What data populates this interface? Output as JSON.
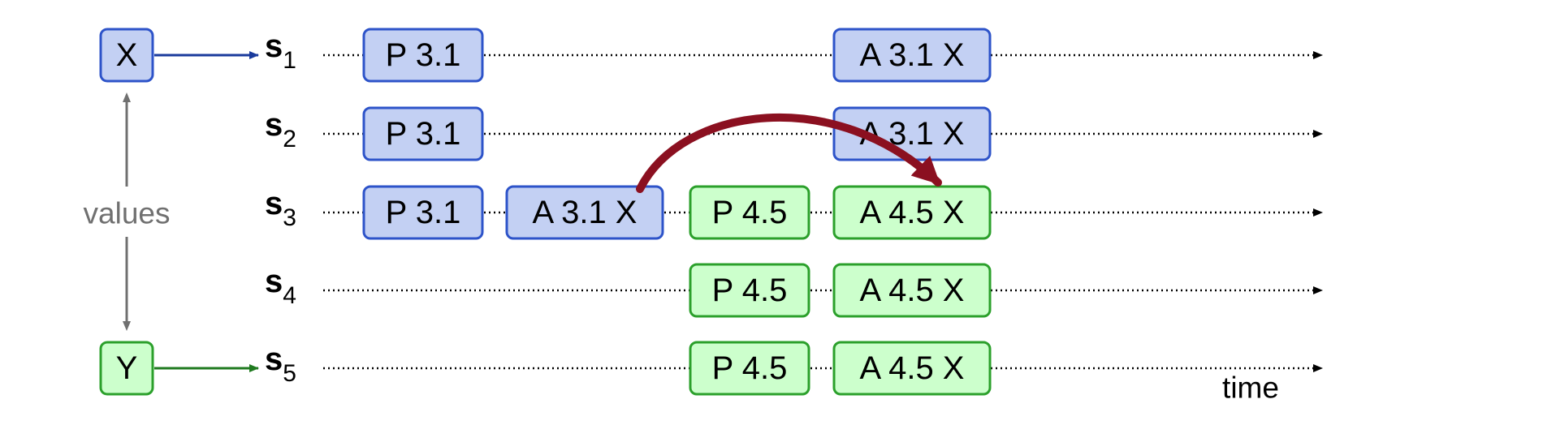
{
  "colors": {
    "blue_fill": "#c3d0f3",
    "blue_stroke": "#2d53c9",
    "green_fill": "#ccffcc",
    "green_stroke": "#2ba02b",
    "blue_arrow": "#1a3a9c",
    "green_arrow": "#1f7a1f",
    "gray": "#707070",
    "curve": "#8b1020",
    "text": "#000000"
  },
  "values_label": "values",
  "time_label": "time",
  "value_boxes": [
    {
      "id": "x",
      "text": "X",
      "color": "blue"
    },
    {
      "id": "y",
      "text": "Y",
      "color": "green"
    }
  ],
  "servers": [
    {
      "main": "s",
      "sub": "1"
    },
    {
      "main": "s",
      "sub": "2"
    },
    {
      "main": "s",
      "sub": "3"
    },
    {
      "main": "s",
      "sub": "4"
    },
    {
      "main": "s",
      "sub": "5"
    }
  ],
  "messages": [
    {
      "server": 0,
      "slot": 0,
      "text": "P 3.1",
      "color": "blue"
    },
    {
      "server": 0,
      "slot": 3,
      "text": "A 3.1 X",
      "color": "blue"
    },
    {
      "server": 1,
      "slot": 0,
      "text": "P 3.1",
      "color": "blue"
    },
    {
      "server": 1,
      "slot": 3,
      "text": "A 3.1 X",
      "color": "blue"
    },
    {
      "server": 2,
      "slot": 0,
      "text": "P 3.1",
      "color": "blue"
    },
    {
      "server": 2,
      "slot": 1,
      "text": "A 3.1 X",
      "color": "blue"
    },
    {
      "server": 2,
      "slot": 2,
      "text": "P 4.5",
      "color": "green"
    },
    {
      "server": 2,
      "slot": 3,
      "text": "A 4.5 X",
      "color": "green"
    },
    {
      "server": 3,
      "slot": 2,
      "text": "P 4.5",
      "color": "green"
    },
    {
      "server": 3,
      "slot": 3,
      "text": "A 4.5 X",
      "color": "green"
    },
    {
      "server": 4,
      "slot": 2,
      "text": "P 4.5",
      "color": "green"
    },
    {
      "server": 4,
      "slot": 3,
      "text": "A 4.5 X",
      "color": "green"
    }
  ]
}
